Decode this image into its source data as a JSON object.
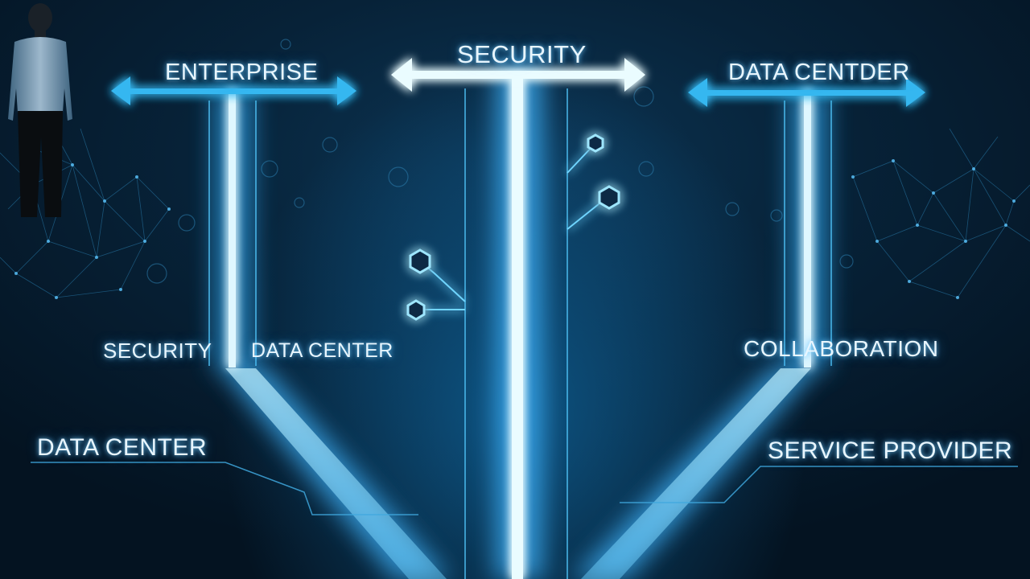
{
  "labels": {
    "top_left": "ENTERPRISE",
    "top_center": "SECURITY",
    "top_right": "DATA CENTDER",
    "mid_left_a": "SECURITY",
    "mid_left_b": "DATA CENTER",
    "mid_right": "COLLABORATION",
    "low_left": "DATA CENTER",
    "low_right": "SERVICE PROVIDER"
  },
  "colors": {
    "background": "#041321",
    "glow": "#7fdcff",
    "beam_core": "#eafcff",
    "label": "#e8f6ff"
  },
  "icons": [
    "arrow-left-icon",
    "arrow-right-icon",
    "network-node-icon",
    "person-silhouette"
  ]
}
